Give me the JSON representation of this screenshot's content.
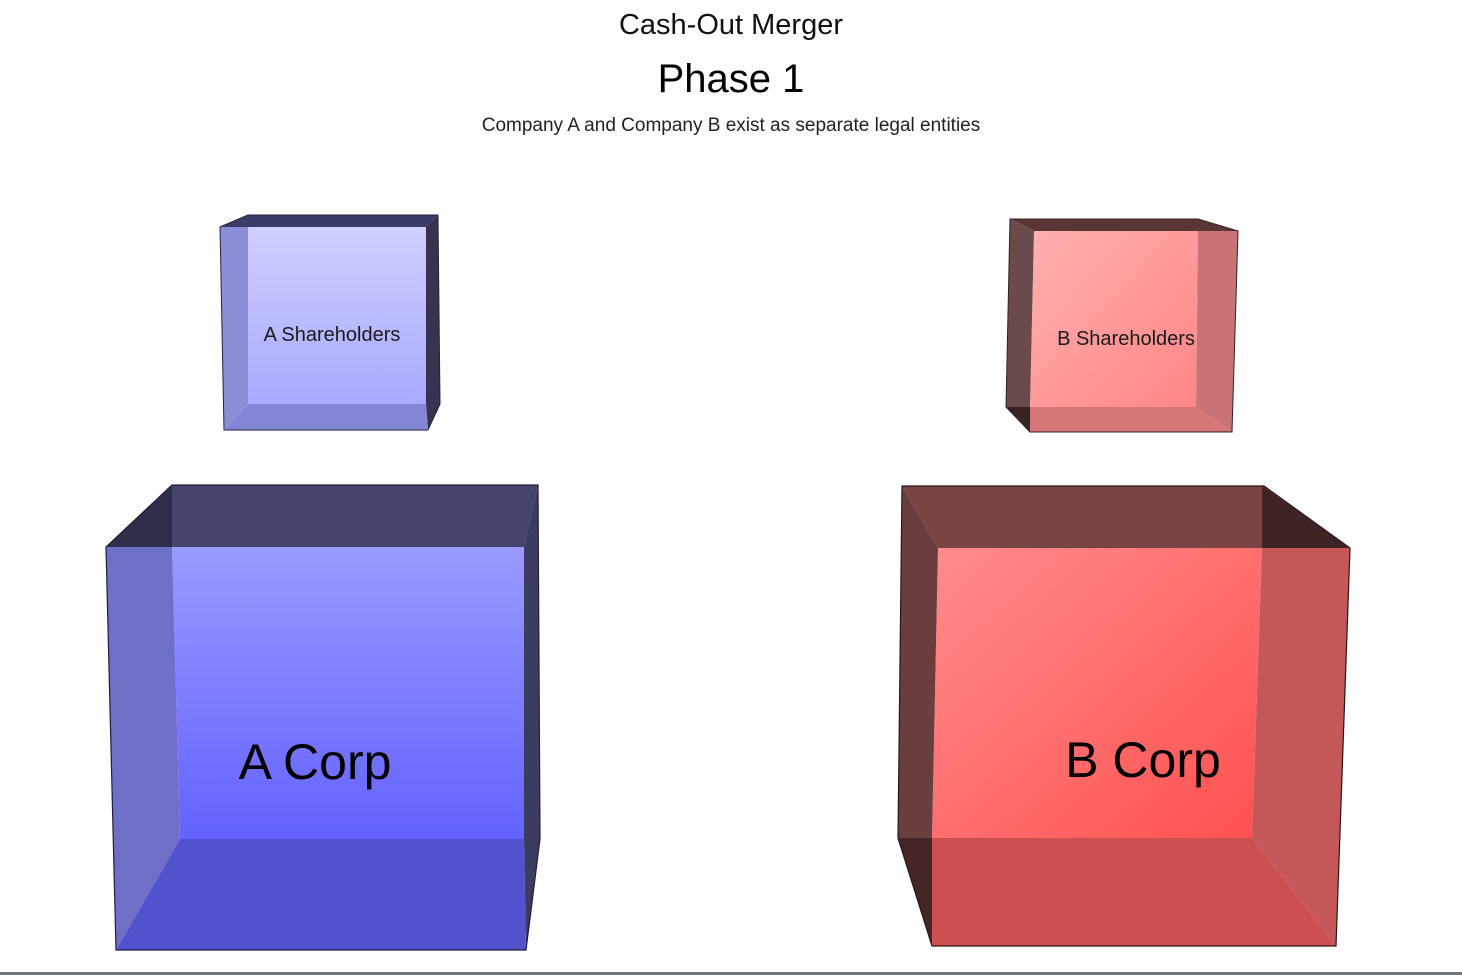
{
  "header": {
    "title": "Cash-Out Merger",
    "phase": "Phase 1",
    "subtitle": "Company A and Company B exist as separate legal entities"
  },
  "boxes": {
    "a_shareholders": {
      "label": "A Shareholders",
      "color": "#9c9cff"
    },
    "b_shareholders": {
      "label": "B Shareholders",
      "color": "#ff8a8a"
    },
    "a_corp": {
      "label": "A Corp",
      "color": "#6b6bff"
    },
    "b_corp": {
      "label": "B Corp",
      "color": "#ff6262"
    }
  }
}
